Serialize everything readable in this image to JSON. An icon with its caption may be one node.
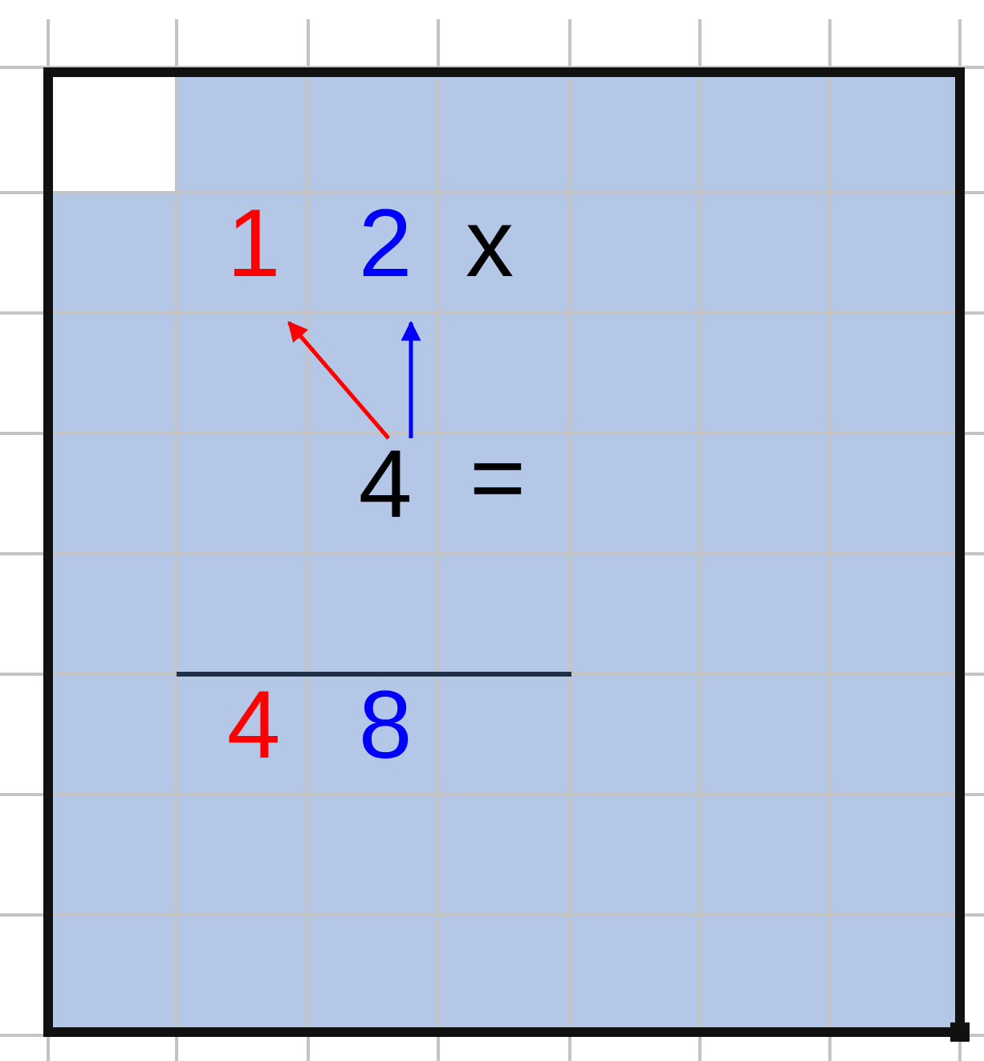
{
  "diagram": {
    "nodes": [
      {
        "text": [
          "1"
        ]
      },
      {
        "text": [
          "2"
        ]
      },
      {
        "text": [
          "4"
        ]
      }
    ],
    "edges": [
      {
        "from": 2,
        "to": 0,
        "arrow": "to",
        "color": "#ff0000"
      },
      {
        "from": 2,
        "to": 1,
        "arrow": "to",
        "color": "#0000ff"
      }
    ],
    "labels": [
      "x",
      "=",
      "4",
      "8"
    ]
  }
}
